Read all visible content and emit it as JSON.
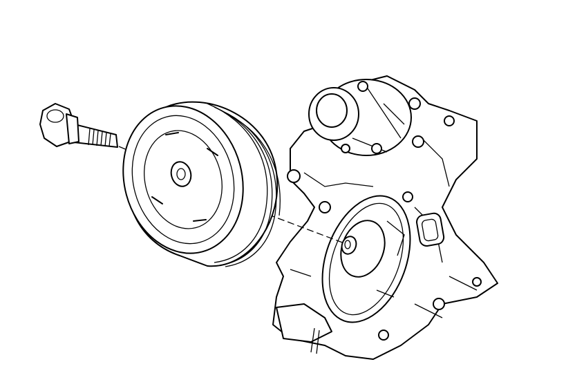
{
  "diagram": {
    "parts": [
      "crankshaft-balancer-bolt",
      "crankshaft-balancer",
      "engine-front-cover",
      "water-pump",
      "crankshaft-front-seal"
    ],
    "colors": {
      "line": "#000000",
      "background": "#ffffff"
    }
  }
}
